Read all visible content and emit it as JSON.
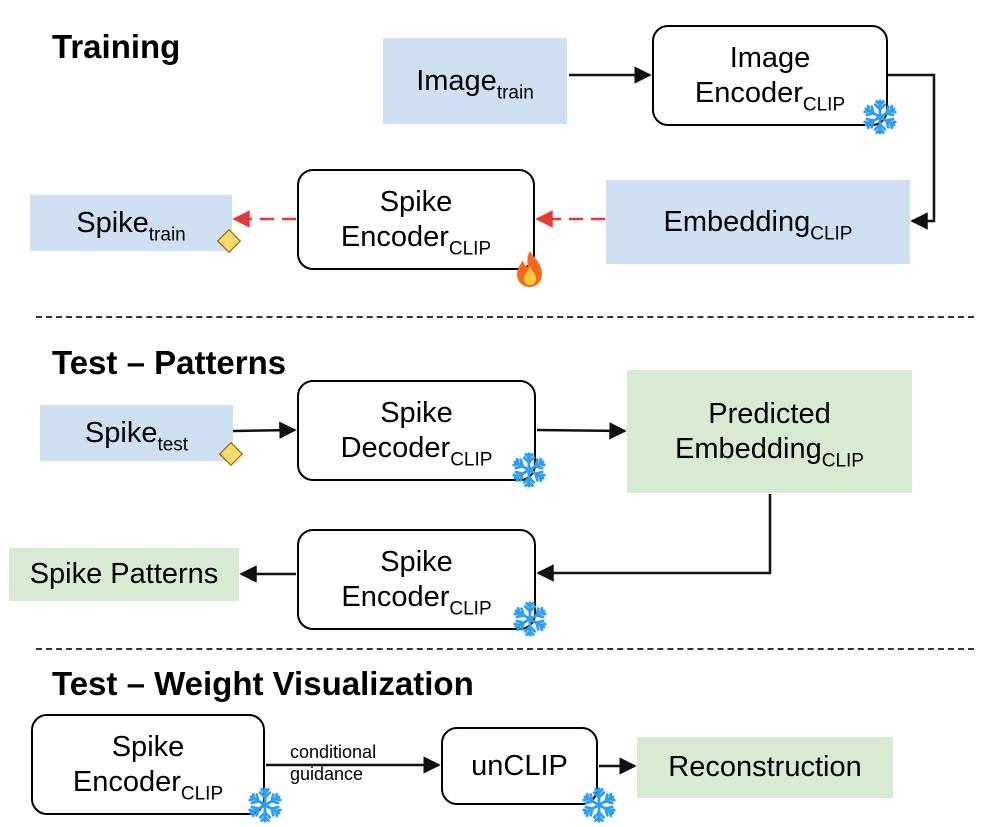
{
  "training": {
    "title": "Training",
    "image_train": {
      "main": "Image",
      "sub": "train"
    },
    "image_encoder": {
      "line1": "Image",
      "main": "Encoder",
      "sub": "CLIP"
    },
    "embedding": {
      "main": "Embedding",
      "sub": "CLIP"
    },
    "spike_encoder": {
      "line1": "Spike",
      "main": "Encoder",
      "sub": "CLIP"
    },
    "spike_train": {
      "main": "Spike",
      "sub": "train"
    }
  },
  "test_patterns": {
    "title": "Test – Patterns",
    "spike_test": {
      "main": "Spike",
      "sub": "test"
    },
    "spike_decoder": {
      "line1": "Spike",
      "main": "Decoder",
      "sub": "CLIP"
    },
    "predicted_embedding": {
      "line1": "Predicted",
      "main": "Embedding",
      "sub": "CLIP"
    },
    "spike_encoder": {
      "line1": "Spike",
      "main": "Encoder",
      "sub": "CLIP"
    },
    "spike_patterns": "Spike Patterns"
  },
  "test_weights": {
    "title": "Test – Weight Visualization",
    "spike_encoder": {
      "line1": "Spike",
      "main": "Encoder",
      "sub": "CLIP"
    },
    "edge_label": {
      "line1": "conditional",
      "line2": "guidance"
    },
    "unclip": "unCLIP",
    "reconstruction": "Reconstruction"
  },
  "colors": {
    "input_fill": "#cfe0f3",
    "output_fill": "#d9ead3",
    "frozen_icon": "#2f9ef0",
    "trainable_icon": "#f7681b",
    "training_arrow": "#e53935",
    "spike_marker": "#fbd96a"
  },
  "icons": {
    "frozen": "snowflake-icon",
    "trainable": "flame-icon",
    "spike_marker": "diamond-icon"
  }
}
